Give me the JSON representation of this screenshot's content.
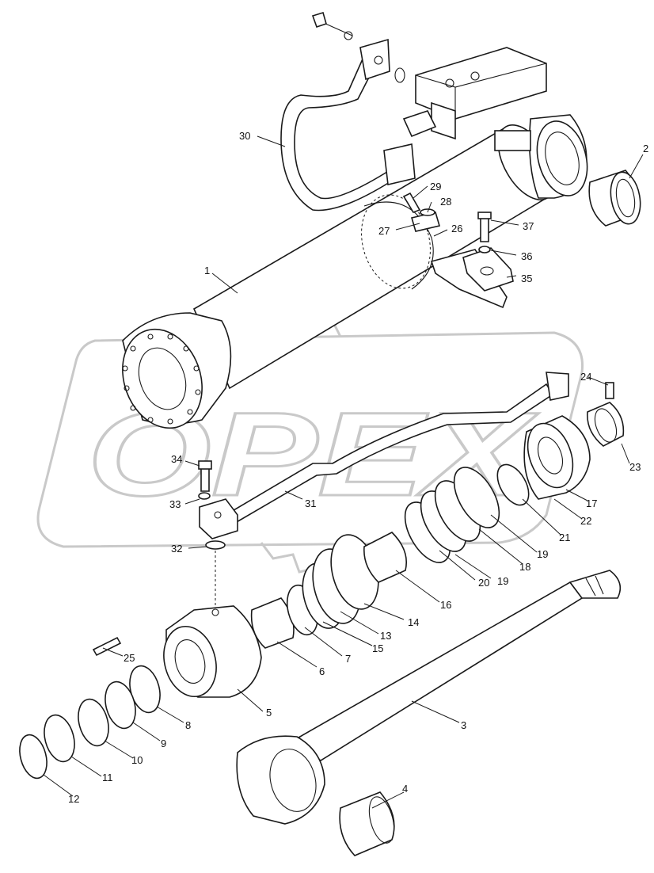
{
  "watermark": {
    "text": "OPEX"
  },
  "callouts": {
    "c1": "1",
    "c2": "2",
    "c3": "3",
    "c4": "4",
    "c5": "5",
    "c6": "6",
    "c7": "7",
    "c8": "8",
    "c9": "9",
    "c10": "10",
    "c11": "11",
    "c12": "12",
    "c13": "13",
    "c14": "14",
    "c15": "15",
    "c16": "16",
    "c17": "17",
    "c18": "18",
    "c19a": "19",
    "c19b": "19",
    "c20": "20",
    "c21": "21",
    "c22": "22",
    "c23": "23",
    "c24": "24",
    "c25": "25",
    "c26": "26",
    "c27": "27",
    "c28": "28",
    "c29": "29",
    "c30": "30",
    "c31": "31",
    "c32": "32",
    "c33": "33",
    "c34": "34",
    "c35": "35",
    "c36": "36",
    "c37": "37"
  }
}
